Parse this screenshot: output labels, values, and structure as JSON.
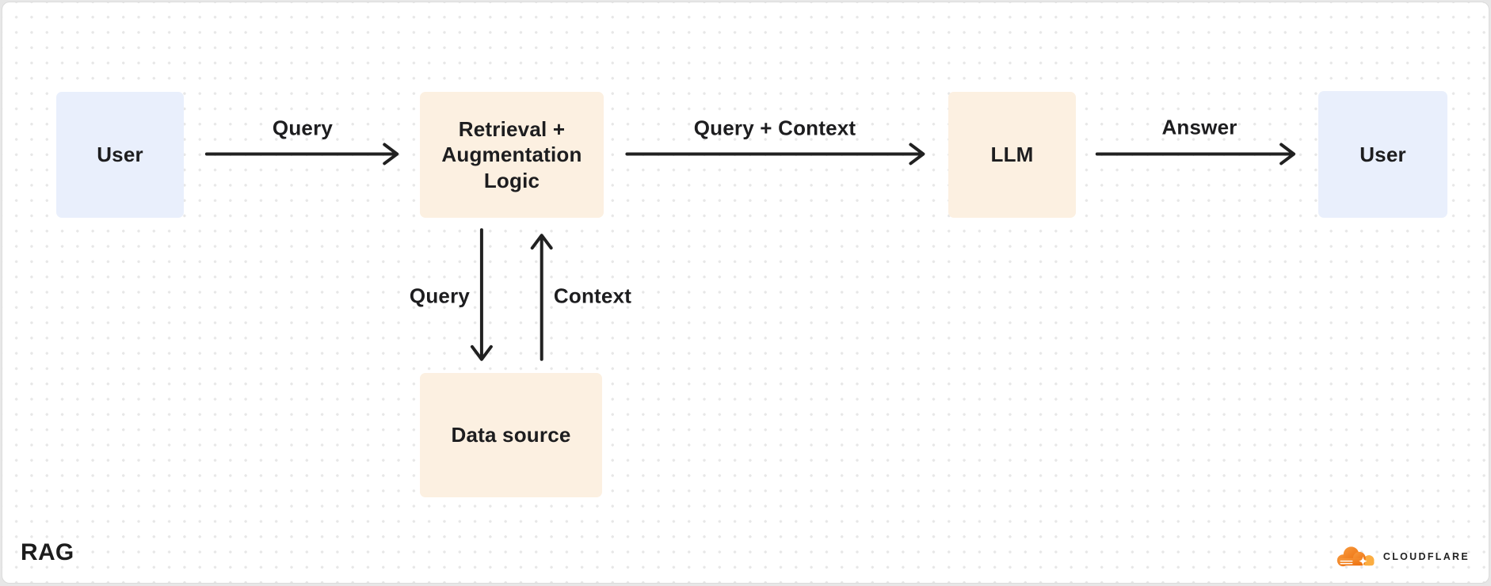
{
  "diagram": {
    "title": "RAG",
    "nodes": [
      {
        "id": "user-left",
        "label": "User",
        "kind": "user"
      },
      {
        "id": "retrieval",
        "label": "Retrieval + Augmentation Logic",
        "kind": "process"
      },
      {
        "id": "llm",
        "label": "LLM",
        "kind": "process"
      },
      {
        "id": "user-right",
        "label": "User",
        "kind": "user"
      },
      {
        "id": "data-source",
        "label": "Data source",
        "kind": "process"
      }
    ],
    "edges": [
      {
        "from": "user-left",
        "to": "retrieval",
        "label": "Query"
      },
      {
        "from": "retrieval",
        "to": "llm",
        "label": "Query + Context"
      },
      {
        "from": "llm",
        "to": "user-right",
        "label": "Answer"
      },
      {
        "from": "retrieval",
        "to": "data-source",
        "label": "Query"
      },
      {
        "from": "data-source",
        "to": "retrieval",
        "label": "Context"
      }
    ],
    "colors": {
      "user_fill": "#e9effc",
      "process_fill": "#fcf0e1",
      "arrow": "#212121",
      "text": "#1d1d1f",
      "dot_grid": "#e7e7e7"
    }
  },
  "branding": {
    "wordmark": "CLOUDFLARE",
    "cloud_orange": "#f6821f",
    "cloud_light_orange": "#fbad41"
  }
}
